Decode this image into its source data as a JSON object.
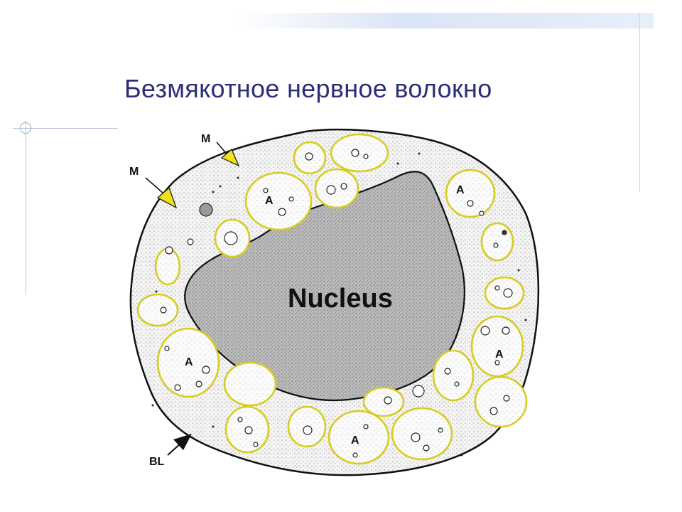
{
  "slide": {
    "title": "Безмякотное нервное волокно"
  },
  "diagram": {
    "nucleus_label": "Nucleus",
    "axon_label": "A",
    "mesaxon_label": "M",
    "basal_lamina_label": "BL",
    "colors": {
      "myelin_outline": "#d8cc1e",
      "arrow_fill": "#f0e21a",
      "ink": "#111111",
      "title": "#2a2f78"
    }
  }
}
